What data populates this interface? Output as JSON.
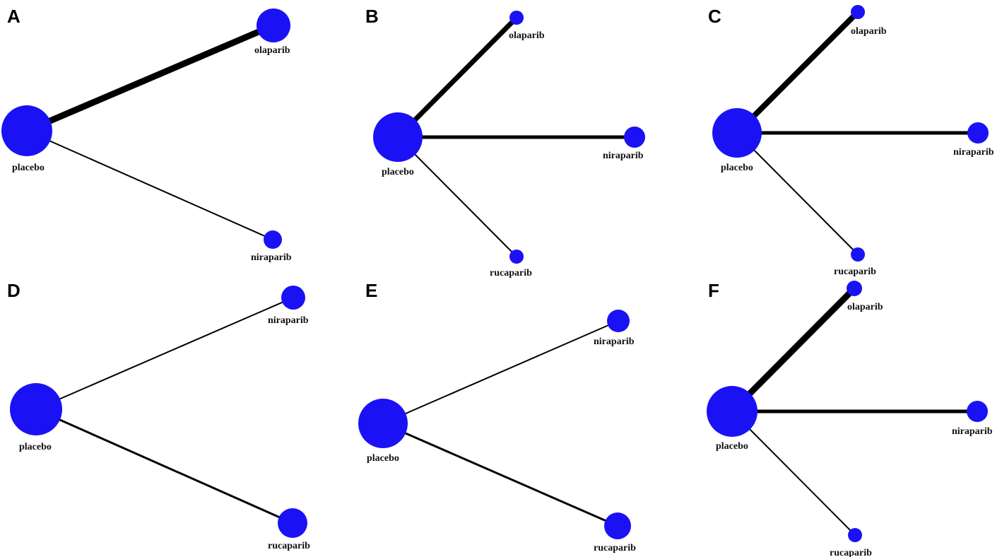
{
  "colors": {
    "node": "#1a12f5",
    "edge": "#000000",
    "background": "#ffffff"
  },
  "panels": [
    {
      "letter": "A",
      "nodes": [
        {
          "id": "placebo",
          "label": "placebo"
        },
        {
          "id": "olaparib",
          "label": "olaparib"
        },
        {
          "id": "niraparib",
          "label": "niraparib"
        }
      ],
      "edges": [
        {
          "from": "placebo",
          "to": "olaparib",
          "weight": "heavy"
        },
        {
          "from": "placebo",
          "to": "niraparib",
          "weight": "light"
        }
      ]
    },
    {
      "letter": "B",
      "nodes": [
        {
          "id": "placebo",
          "label": "placebo"
        },
        {
          "id": "olaparib",
          "label": "olaparib"
        },
        {
          "id": "niraparib",
          "label": "niraparib"
        },
        {
          "id": "rucaparib",
          "label": "rucaparib"
        }
      ],
      "edges": [
        {
          "from": "placebo",
          "to": "olaparib",
          "weight": "heavy"
        },
        {
          "from": "placebo",
          "to": "niraparib",
          "weight": "medium"
        },
        {
          "from": "placebo",
          "to": "rucaparib",
          "weight": "light"
        }
      ]
    },
    {
      "letter": "C",
      "nodes": [
        {
          "id": "placebo",
          "label": "placebo"
        },
        {
          "id": "olaparib",
          "label": "olaparib"
        },
        {
          "id": "niraparib",
          "label": "niraparib"
        },
        {
          "id": "rucaparib",
          "label": "rucaparib"
        }
      ],
      "edges": [
        {
          "from": "placebo",
          "to": "olaparib",
          "weight": "heavy"
        },
        {
          "from": "placebo",
          "to": "niraparib",
          "weight": "medium"
        },
        {
          "from": "placebo",
          "to": "rucaparib",
          "weight": "light"
        }
      ]
    },
    {
      "letter": "D",
      "nodes": [
        {
          "id": "placebo",
          "label": "placebo"
        },
        {
          "id": "niraparib",
          "label": "niraparib"
        },
        {
          "id": "rucaparib",
          "label": "rucaparib"
        }
      ],
      "edges": [
        {
          "from": "placebo",
          "to": "niraparib",
          "weight": "light"
        },
        {
          "from": "placebo",
          "to": "rucaparib",
          "weight": "light"
        }
      ]
    },
    {
      "letter": "E",
      "nodes": [
        {
          "id": "placebo",
          "label": "placebo"
        },
        {
          "id": "niraparib",
          "label": "niraparib"
        },
        {
          "id": "rucaparib",
          "label": "rucaparib"
        }
      ],
      "edges": [
        {
          "from": "placebo",
          "to": "niraparib",
          "weight": "light"
        },
        {
          "from": "placebo",
          "to": "rucaparib",
          "weight": "light"
        }
      ]
    },
    {
      "letter": "F",
      "nodes": [
        {
          "id": "placebo",
          "label": "placebo"
        },
        {
          "id": "olaparib",
          "label": "olaparib"
        },
        {
          "id": "niraparib",
          "label": "niraparib"
        },
        {
          "id": "rucaparib",
          "label": "rucaparib"
        }
      ],
      "edges": [
        {
          "from": "placebo",
          "to": "olaparib",
          "weight": "heavy"
        },
        {
          "from": "placebo",
          "to": "niraparib",
          "weight": "medium"
        },
        {
          "from": "placebo",
          "to": "rucaparib",
          "weight": "light"
        }
      ]
    }
  ]
}
